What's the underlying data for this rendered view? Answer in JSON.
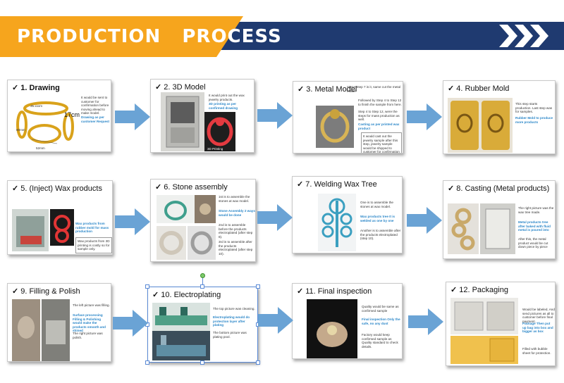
{
  "header": {
    "title": "PRODUCTION   PROCESS",
    "colors": {
      "accent": "#f6a51d",
      "dark": "#1f3a70"
    }
  },
  "steps": [
    {
      "title": "1. Drawing",
      "dims": {
        "height": "17cm",
        "size_a": "80mm",
        "size_b": "52mm",
        "size_c": "35.xxxm"
      },
      "notes": [
        "It would be sent to customer for confirmation before moving ahead to make model.",
        "Drawing as per customer Request"
      ]
    },
    {
      "title": "2. 3D Model",
      "notes": [
        "It would print out the wax jewelry products.",
        "3D printing as per confirmed drawing"
      ],
      "photo_caption": "3D Printing"
    },
    {
      "title": "3. Metal Model",
      "notes": [
        "Same Step 7 is it, same cut the metal model",
        "Followed by Step 4 to Step 12 to finish the sample from here.",
        "Step 4 to Step 12, were the steps for mass production as well.",
        "Casting as per printed wax product",
        "It would cast out the jewelry sample after this step, jewelry sample would be shipped to customer for confirmation before production."
      ]
    },
    {
      "title": "4. Rubber Mold",
      "notes": [
        "This step starts production. Last step was for samples.",
        "Rubber Mold to produce more products"
      ]
    },
    {
      "title": "5. (Inject) Wax products",
      "notes": [
        "Wax products from rubber mold for mass production",
        "Wax products from 3D printing is costly so for sample only."
      ]
    },
    {
      "title": "6. Stone assembly",
      "notes": [
        "1st is to assemble the stones at wax model.",
        "Stone Assembly 2 ways would be done",
        "2nd is to assemble before the products electroplated (after step 8).",
        "3rd is to assemble after the products electroplated (after step 10)."
      ]
    },
    {
      "title": "7. Welding Wax Tree",
      "notes": [
        "One is to assemble the stones at wax model.",
        "Wax products tree It is welded as one by one",
        "Another is to assemble after the products electroplated (step 10)."
      ]
    },
    {
      "title": "8. Casting (Metal products)",
      "notes": [
        "The right picture was the wax tree made.",
        "Metal products tree after baked with fluid metal is poured into",
        "After this, the metal product would be cut down piece by piece"
      ]
    },
    {
      "title": "9. Filling & Polish",
      "notes": [
        "The left picture was filling.",
        "Surface processing Filling & Polishing would make the products smooth and shined",
        "The right picture was polish."
      ]
    },
    {
      "title": "10. Electroplating",
      "notes": [
        "The top picture was cleaning.",
        "Electroplating would do protection layer after plating",
        "The bottom picture was plating pool."
      ]
    },
    {
      "title": "11. Final inspection",
      "notes": [
        "Quality would be same as confirmed sample",
        "Final inspection Only the safe, no any dust",
        "Factory would keep confirmed sample as Quality standard to check details."
      ]
    },
    {
      "title": "12. Packaging",
      "notes": [
        "Would be labeled, And send pictures as all to customer before final payment.",
        "Package Then put up bag into box and bigger as box",
        "Filled with bubble sheet for protection."
      ]
    }
  ]
}
